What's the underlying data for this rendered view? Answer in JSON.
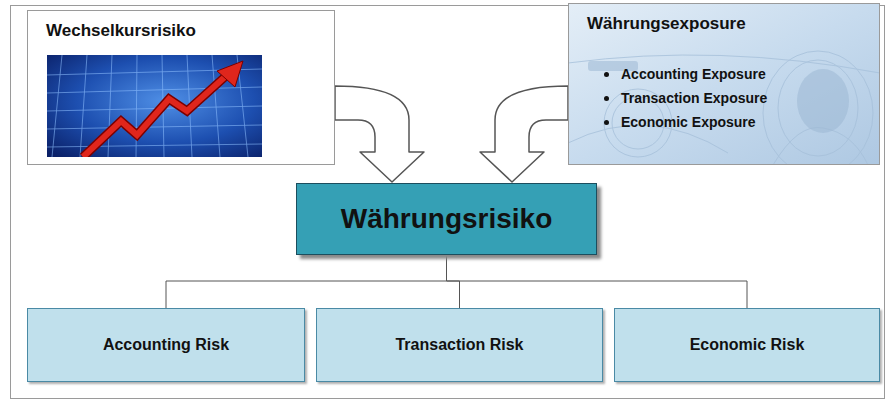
{
  "diagram": {
    "nodes": [
      {
        "text": [
          "Wechselkursrisiko"
        ]
      },
      {
        "text": [
          "Währungsexposure",
          "Accounting Exposure",
          "Transaction Exposure",
          "Economic Exposure"
        ]
      },
      {
        "text": [
          "Währungsrisiko"
        ]
      },
      {
        "text": [
          "Accounting Risk"
        ]
      },
      {
        "text": [
          "Transaction Risk"
        ]
      },
      {
        "text": [
          "Economic Risk"
        ]
      }
    ],
    "edges": [
      {
        "from": 0,
        "to": 2,
        "arrow": "to"
      },
      {
        "from": 1,
        "to": 2,
        "arrow": "to"
      },
      {
        "from": 2,
        "to": 3,
        "arrow": "none"
      },
      {
        "from": 2,
        "to": 4,
        "arrow": "none"
      },
      {
        "from": 2,
        "to": 5,
        "arrow": "none"
      }
    ]
  }
}
